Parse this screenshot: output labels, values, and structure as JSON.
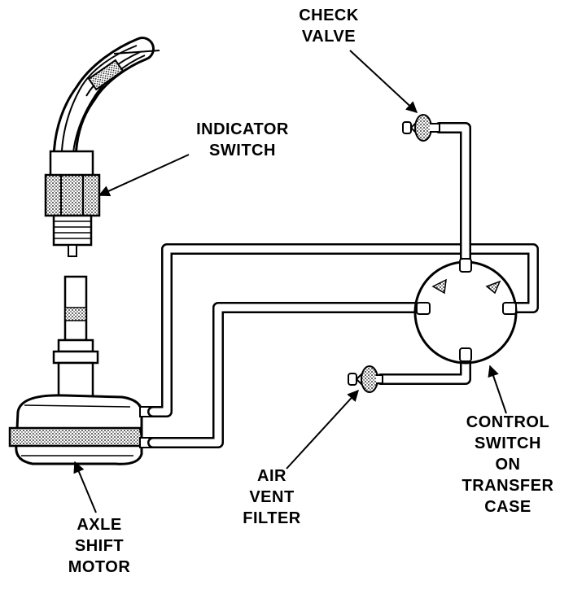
{
  "labels": {
    "check_valve": [
      "CHECK",
      "VALVE"
    ],
    "indicator_switch": [
      "INDICATOR",
      "SWITCH"
    ],
    "control_switch": [
      "CONTROL",
      "SWITCH",
      "ON",
      "TRANSFER",
      "CASE"
    ],
    "air_vent_filter": [
      "AIR",
      "VENT",
      "FILTER"
    ],
    "axle_shift_motor": [
      "AXLE",
      "SHIFT",
      "MOTOR"
    ]
  }
}
